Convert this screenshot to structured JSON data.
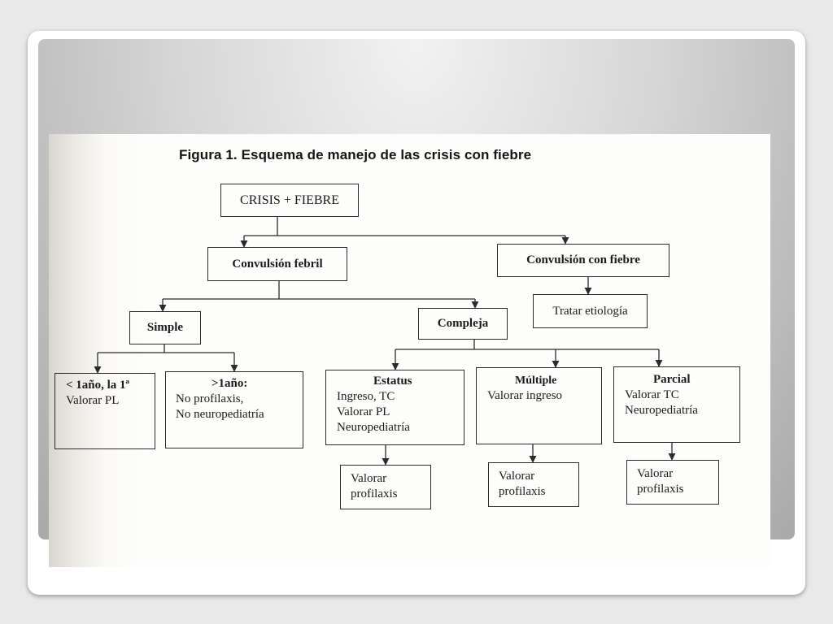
{
  "title": "Figura 1. Esquema de manejo de las crisis con fiebre",
  "nodes": {
    "root": "CRISIS + FIEBRE",
    "febril": "Convulsión febril",
    "con_fiebre": "Convulsión con fiebre",
    "tratar": "Tratar etiología",
    "simple": "Simple",
    "compleja": "Compleja",
    "menor": {
      "title": "< 1año, la 1ª",
      "line": "Valorar PL"
    },
    "mayor": {
      "title": ">1año:",
      "lines": [
        "No profilaxis,",
        "No neuropediatría"
      ]
    },
    "estatus": {
      "title": "Estatus",
      "lines": [
        "Ingreso, TC",
        "Valorar PL",
        "Neuropediatría"
      ]
    },
    "multiple": {
      "title": "Múltiple",
      "line": "Valorar ingreso"
    },
    "parcial": {
      "title": "Parcial",
      "lines": [
        "Valorar TC",
        "Neuropediatría"
      ]
    },
    "vp1": [
      "Valorar",
      "profilaxis"
    ],
    "vp2": [
      "Valorar",
      "profilaxis"
    ],
    "vp3": [
      "Valorar",
      "profilaxis"
    ]
  }
}
